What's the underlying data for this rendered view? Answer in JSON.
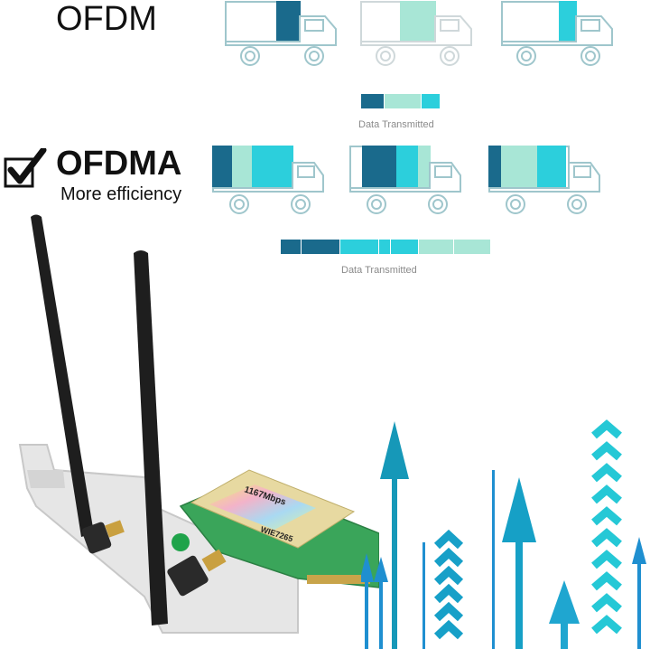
{
  "ofdm": {
    "title": "OFDM",
    "caption": "Data Transmitted"
  },
  "ofdma": {
    "title": "OFDMA",
    "subtitle": "More efficiency",
    "caption": "Data Transmitted"
  },
  "product": {
    "card_label": "1167Mbps",
    "model": "WIE7265"
  },
  "colors": {
    "dark_blue": "#1a6a8c",
    "light_mint": "#a8e6d6",
    "cyan": "#2ccfdc",
    "truck_outline": "#9fc6cc",
    "arrow_blue": "#1698b8"
  }
}
